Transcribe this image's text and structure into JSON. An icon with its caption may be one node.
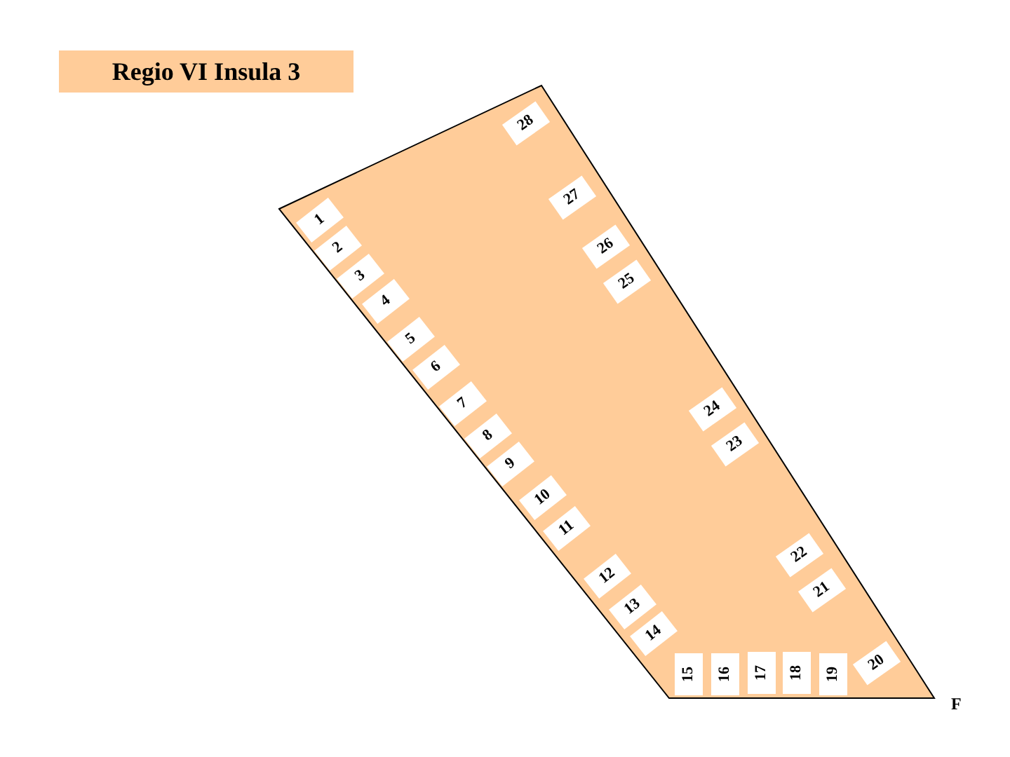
{
  "diagram": {
    "title": "Regio VI Insula 3",
    "nodes": [
      {
        "text": [],
        "shape": "polygon"
      },
      {
        "text": [
          "1"
        ],
        "in": 0
      },
      {
        "text": [
          "2"
        ],
        "in": 0
      },
      {
        "text": [
          "3"
        ],
        "in": 0
      },
      {
        "text": [
          "4"
        ],
        "in": 0
      },
      {
        "text": [
          "5"
        ],
        "in": 0
      },
      {
        "text": [
          "6"
        ],
        "in": 0
      },
      {
        "text": [
          "7"
        ],
        "in": 0
      },
      {
        "text": [
          "8"
        ],
        "in": 0
      },
      {
        "text": [
          "9"
        ],
        "in": 0
      },
      {
        "text": [
          "10"
        ],
        "in": 0
      },
      {
        "text": [
          "11"
        ],
        "in": 0
      },
      {
        "text": [
          "12"
        ],
        "in": 0
      },
      {
        "text": [
          "13"
        ],
        "in": 0
      },
      {
        "text": [
          "14"
        ],
        "in": 0
      },
      {
        "text": [
          "15"
        ],
        "in": 0
      },
      {
        "text": [
          "16"
        ],
        "in": 0
      },
      {
        "text": [
          "17"
        ],
        "in": 0
      },
      {
        "text": [
          "18"
        ],
        "in": 0
      },
      {
        "text": [
          "19"
        ],
        "in": 0
      },
      {
        "text": [
          "20"
        ],
        "in": 0
      },
      {
        "text": [
          "21"
        ],
        "in": 0
      },
      {
        "text": [
          "22"
        ],
        "in": 0
      },
      {
        "text": [
          "23"
        ],
        "in": 0
      },
      {
        "text": [
          "24"
        ],
        "in": 0
      },
      {
        "text": [
          "25"
        ],
        "in": 0
      },
      {
        "text": [
          "26"
        ],
        "in": 0
      },
      {
        "text": [
          "27"
        ],
        "in": 0
      },
      {
        "text": [
          "28"
        ],
        "in": 0
      }
    ],
    "labels": [
      "F"
    ]
  }
}
